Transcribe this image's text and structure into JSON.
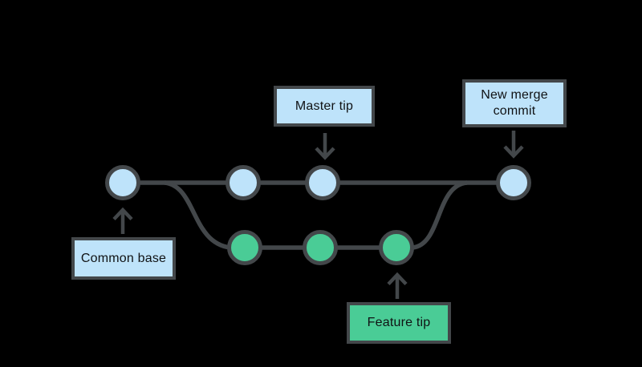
{
  "colors": {
    "background": "#000000",
    "stroke": "#43474a",
    "text": "#101214",
    "master_fill": "#bee3fa",
    "feature_fill": "#4acc96"
  },
  "labels": {
    "master_tip": "Master tip",
    "new_merge_commit": "New merge commit",
    "common_base": "Common base",
    "feature_tip": "Feature tip"
  },
  "graph": {
    "type": "git-merge-diagram",
    "branches": [
      {
        "name": "master",
        "commit_count": 4,
        "node_color": "#bee3fa"
      },
      {
        "name": "feature",
        "commit_count": 3,
        "node_color": "#4acc96"
      }
    ],
    "nodes": [
      {
        "id": "common-base",
        "branch": "master",
        "annotation": "Common base"
      },
      {
        "id": "master-commit-2",
        "branch": "master",
        "annotation": ""
      },
      {
        "id": "master-commit-3",
        "branch": "master",
        "annotation": "Master tip"
      },
      {
        "id": "merge-commit",
        "branch": "master",
        "annotation": "New merge commit"
      },
      {
        "id": "feature-commit-1",
        "branch": "feature",
        "annotation": ""
      },
      {
        "id": "feature-commit-2",
        "branch": "feature",
        "annotation": ""
      },
      {
        "id": "feature-commit-3",
        "branch": "feature",
        "annotation": "Feature tip"
      }
    ],
    "edges": [
      "common-base -> master-commit-2 -> master-commit-3 -> merge-commit",
      "common-base -> feature-commit-1 -> feature-commit-2 -> feature-commit-3 -> merge-commit"
    ]
  }
}
